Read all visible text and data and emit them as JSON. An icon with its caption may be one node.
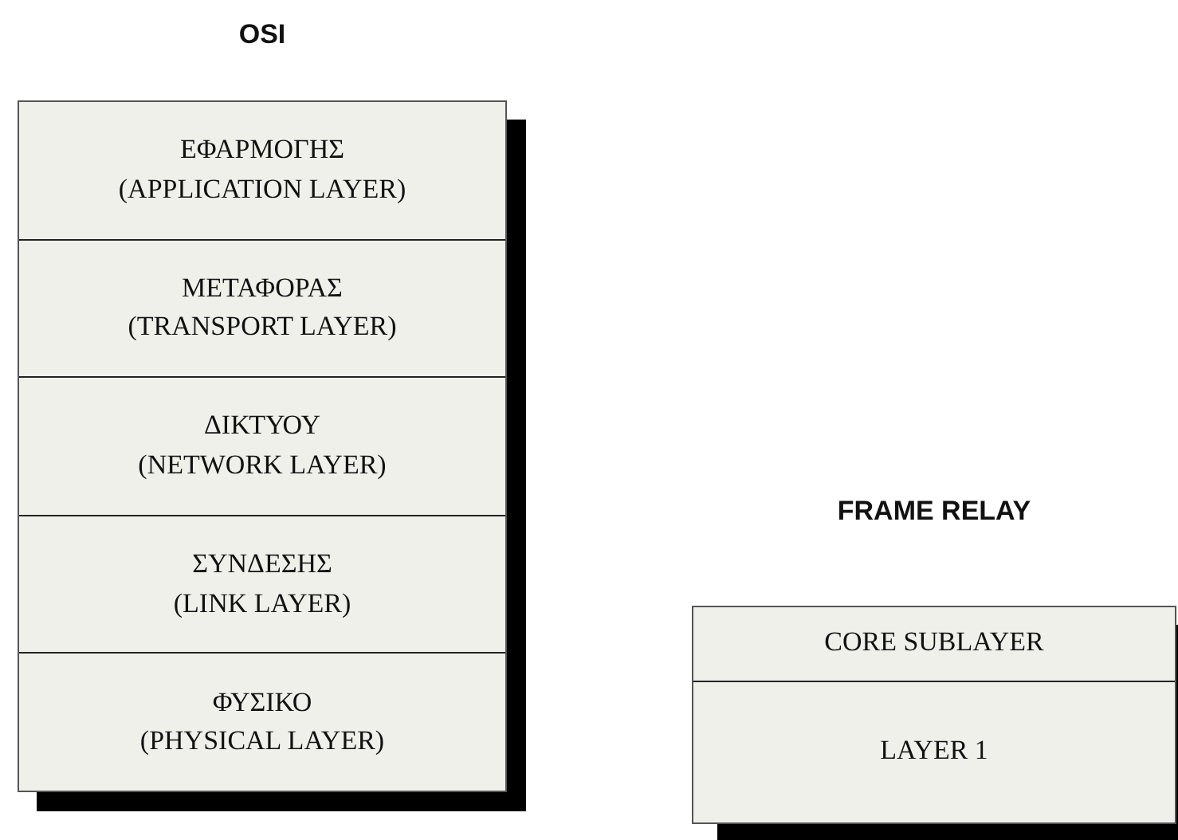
{
  "diagram": {
    "nodes": [
      {
        "text": [
          "OSI"
        ]
      },
      {
        "text": [
          "ΕΦΑΡΜΟΓΗΣ",
          "(APPLICATION LAYER)"
        ],
        "in": 0
      },
      {
        "text": [
          "ΜΕΤΑΦΟΡΑΣ",
          "(TRANSPORT LAYER)"
        ],
        "in": 0
      },
      {
        "text": [
          "ΔΙΚΤΥΟΥ",
          "(NETWORK LAYER)"
        ],
        "in": 0
      },
      {
        "text": [
          "ΣΥΝΔΕΣΗΣ",
          "(LINK LAYER)"
        ],
        "in": 0
      },
      {
        "text": [
          "ΦΥΣΙΚΟ",
          "(PHYSICAL LAYER)"
        ],
        "in": 0
      },
      {
        "text": [
          "FRAME RELAY"
        ]
      },
      {
        "text": [
          "CORE SUBLAYER"
        ],
        "in": 6
      },
      {
        "text": [
          "LAYER 1"
        ],
        "in": 6
      }
    ]
  }
}
